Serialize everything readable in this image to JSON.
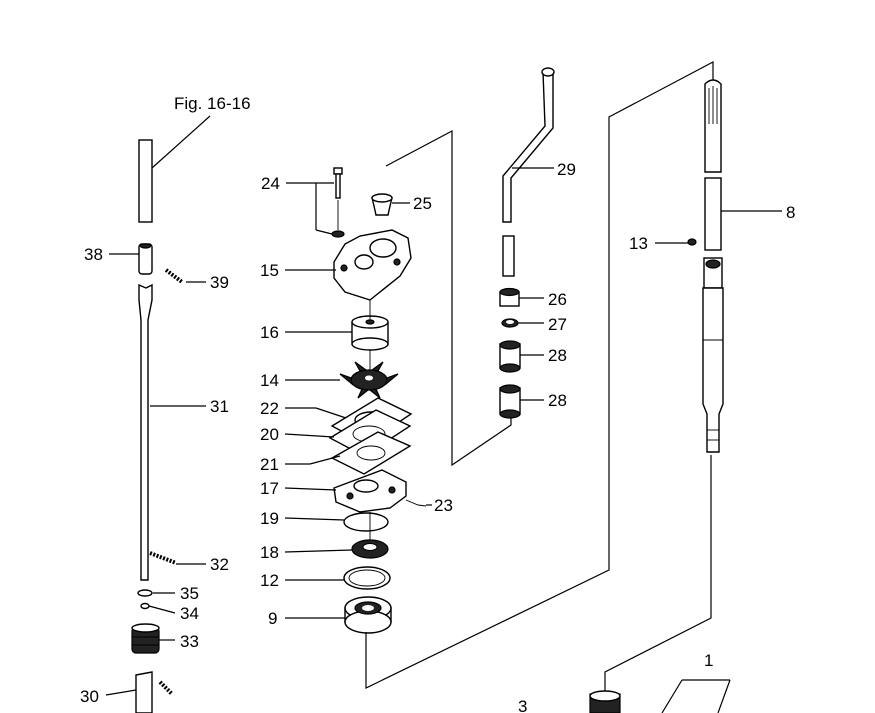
{
  "figure": {
    "title": "Fig. 16-16"
  },
  "callouts": {
    "c1": "1",
    "c3": "3",
    "c8": "8",
    "c9": "9",
    "c12": "12",
    "c13": "13",
    "c14": "14",
    "c15": "15",
    "c16": "16",
    "c17": "17",
    "c18": "18",
    "c19": "19",
    "c20": "20",
    "c21": "21",
    "c22": "22",
    "c23": "23",
    "c24": "24",
    "c25": "25",
    "c26": "26",
    "c27": "27",
    "c28a": "28",
    "c28b": "28",
    "c29": "29",
    "c30": "30",
    "c31": "31",
    "c32": "32",
    "c33": "33",
    "c34": "34",
    "c35": "35",
    "c38": "38",
    "c39": "39"
  }
}
